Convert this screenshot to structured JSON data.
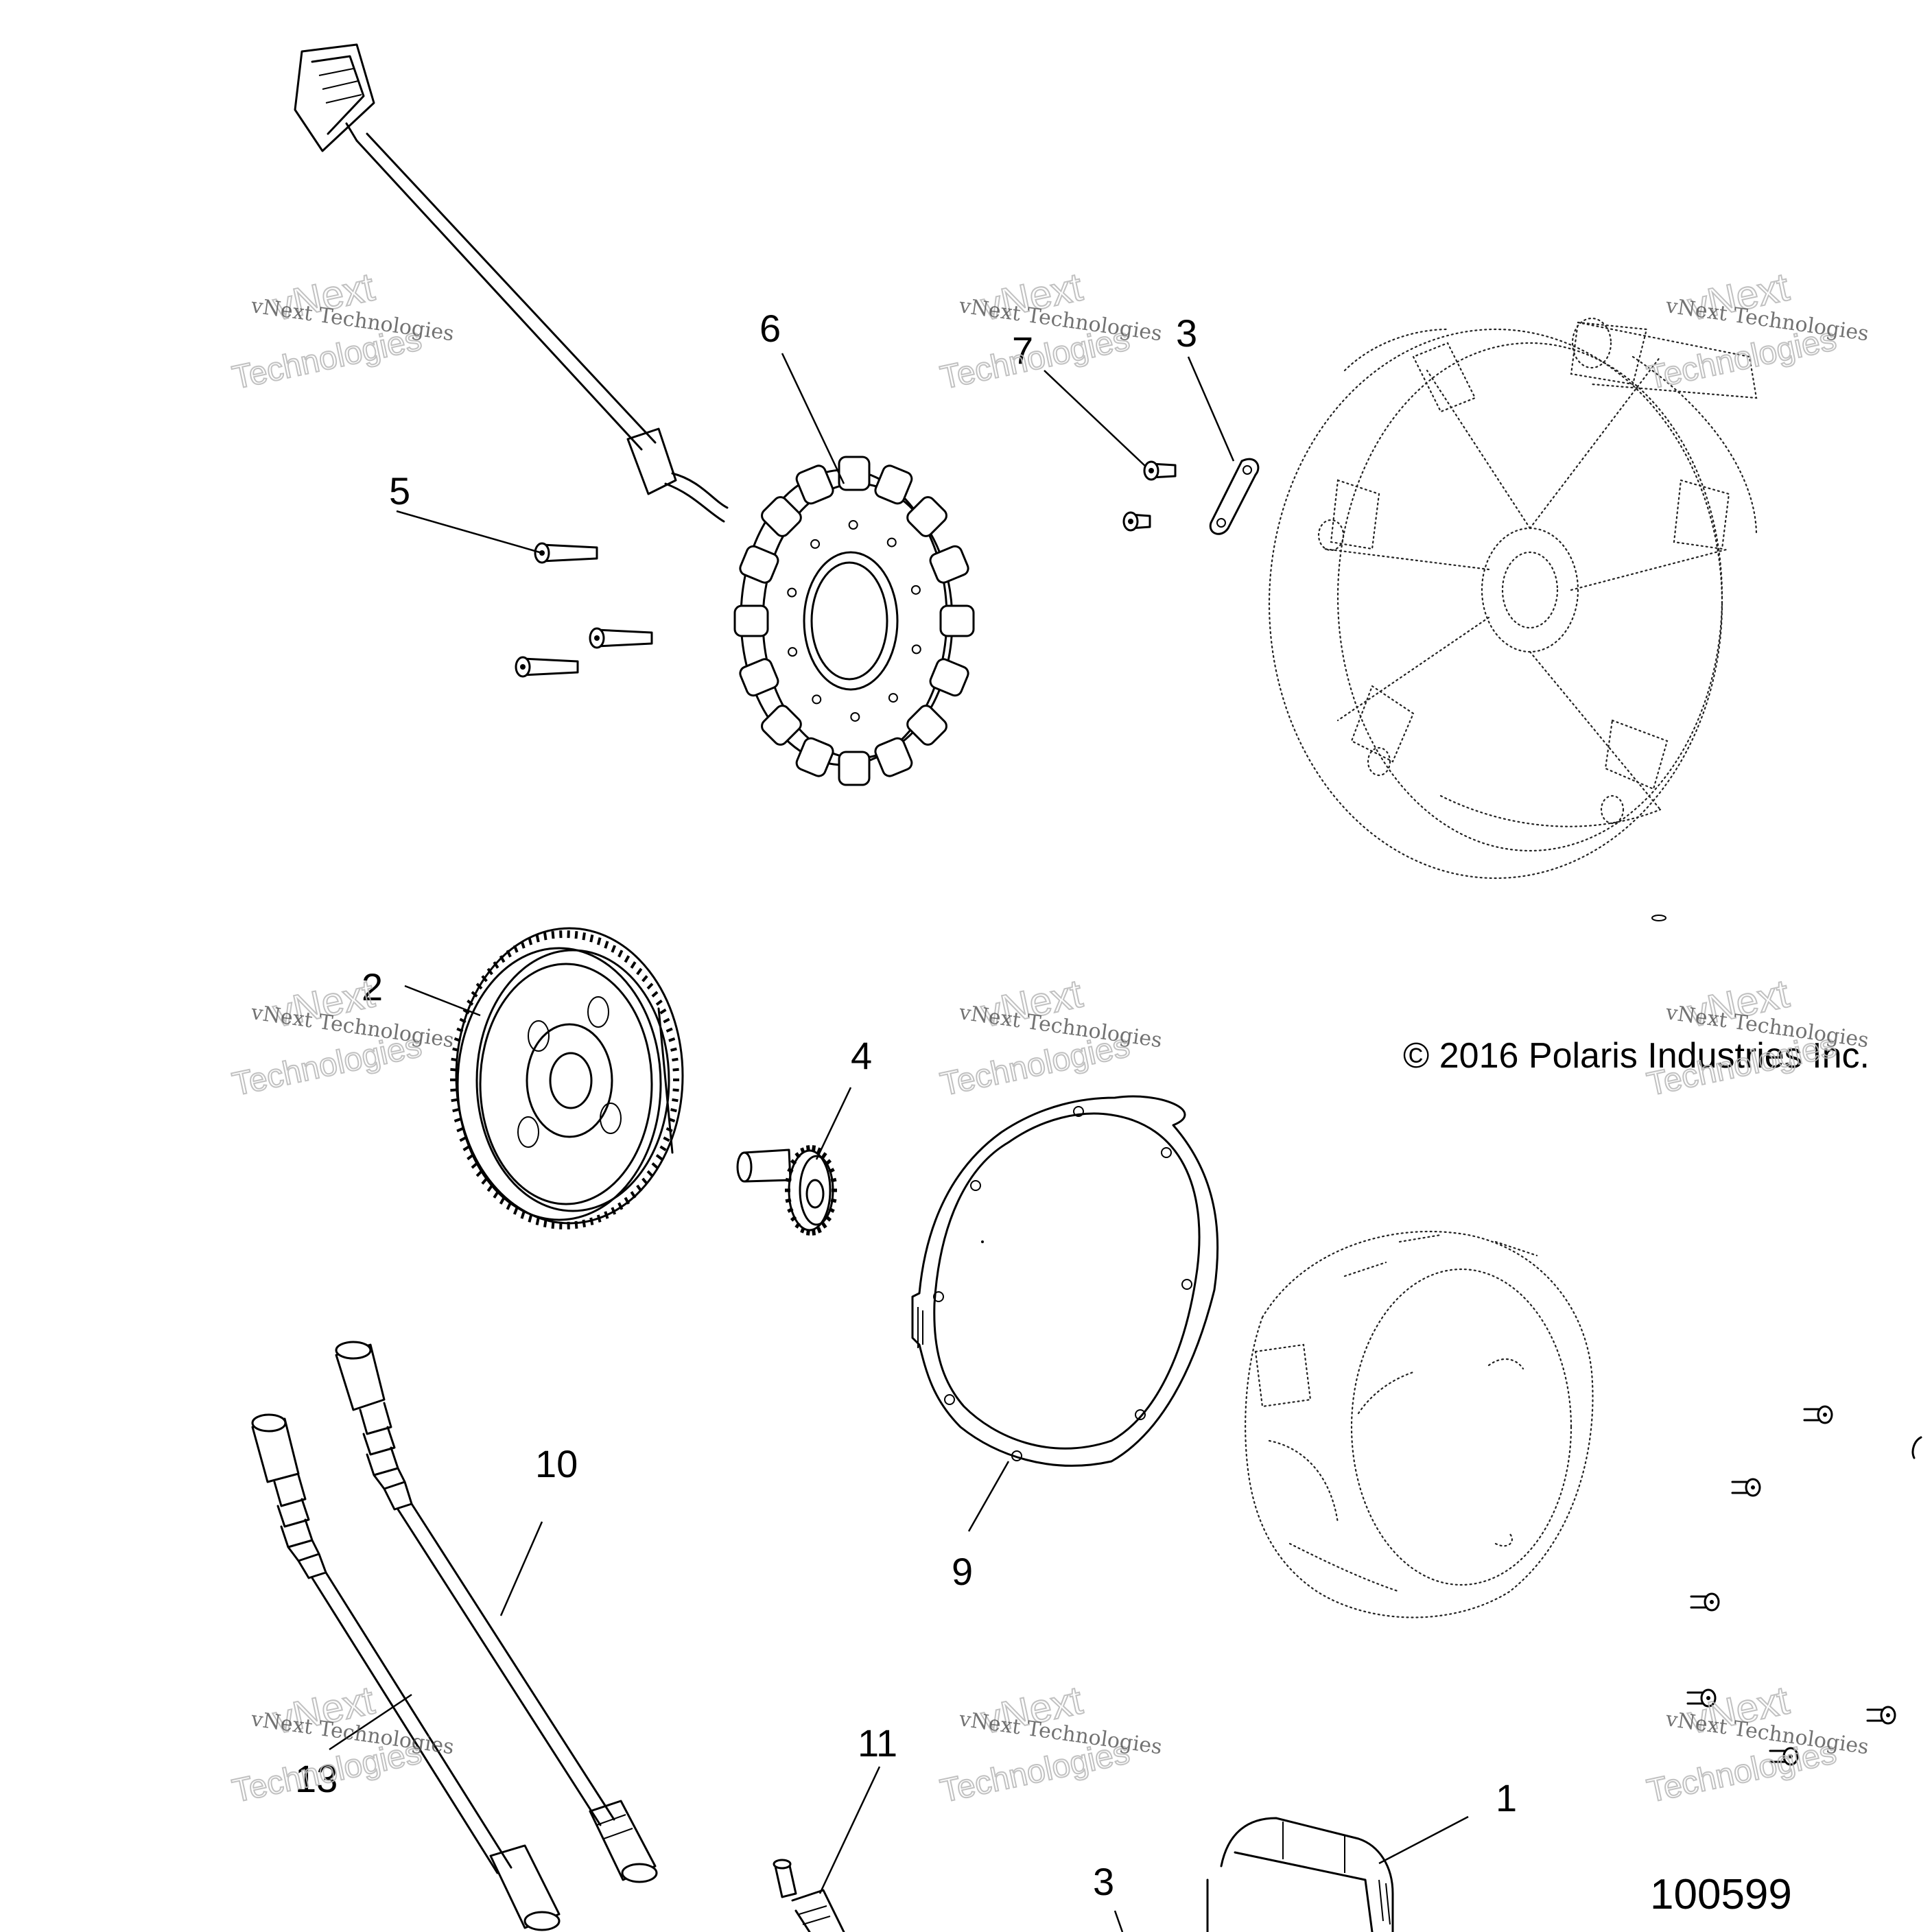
{
  "callouts": {
    "c1": "1",
    "c2": "2",
    "c3": "3",
    "c3b": "3",
    "c4": "4",
    "c5": "5",
    "c6": "6",
    "c7": "7",
    "c9": "9",
    "c10": "10",
    "c11": "11",
    "c13": "13"
  },
  "copyright": "© 2016 Polaris Industries Inc.",
  "figure_number": "100599",
  "watermark": {
    "line1": "vNext Technologies",
    "line2": "vNext",
    "line3": "Technologies"
  }
}
